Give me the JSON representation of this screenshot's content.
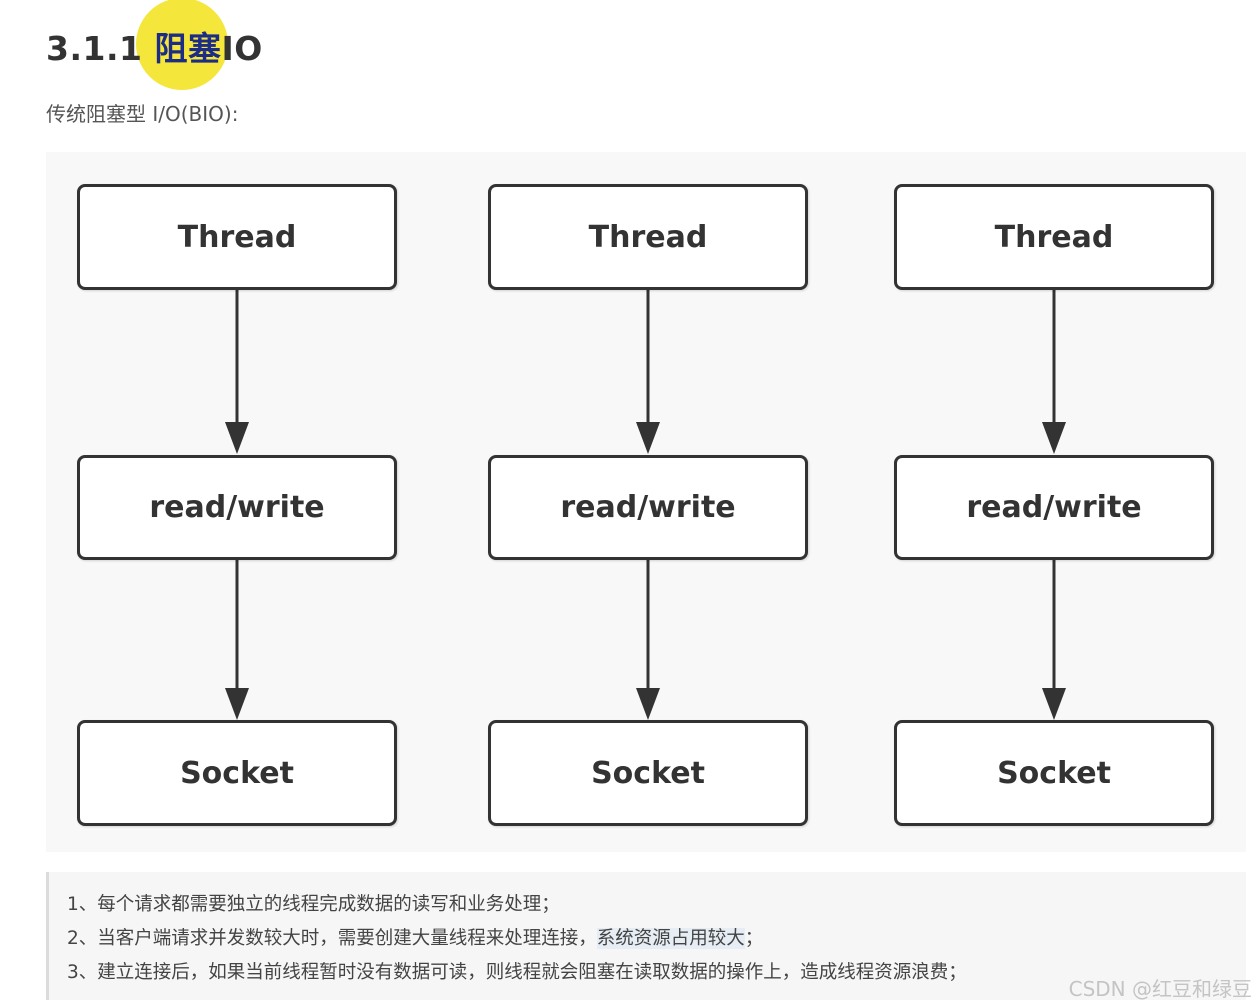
{
  "heading": {
    "prefix": "3.1.1 ",
    "highlighted": "阻塞",
    "suffix": "IO"
  },
  "subtitle": "传统阻塞型 I/O(BIO):",
  "diagram": {
    "columns": [
      {
        "thread": "Thread",
        "readwrite": "read/write",
        "socket": "Socket"
      },
      {
        "thread": "Thread",
        "readwrite": "read/write",
        "socket": "Socket"
      },
      {
        "thread": "Thread",
        "readwrite": "read/write",
        "socket": "Socket"
      }
    ]
  },
  "notes": {
    "line1": "1、每个请求都需要独立的线程完成数据的读写和业务处理；",
    "line2_before": "2、当客户端请求并发数较大时，需要创建大量线程来处理连接，",
    "line2_mark": "系统资源占用较大",
    "line2_after": "；",
    "line3": "3、建立连接后，如果当前线程暂时没有数据可读，则线程就会阻塞在读取数据的操作上，造成线程资源浪费；"
  },
  "watermark": "CSDN @红豆和绿豆",
  "colors": {
    "highlight": "#f4e63a",
    "box_border": "#333333",
    "diagram_bg": "#f8f8f8"
  }
}
